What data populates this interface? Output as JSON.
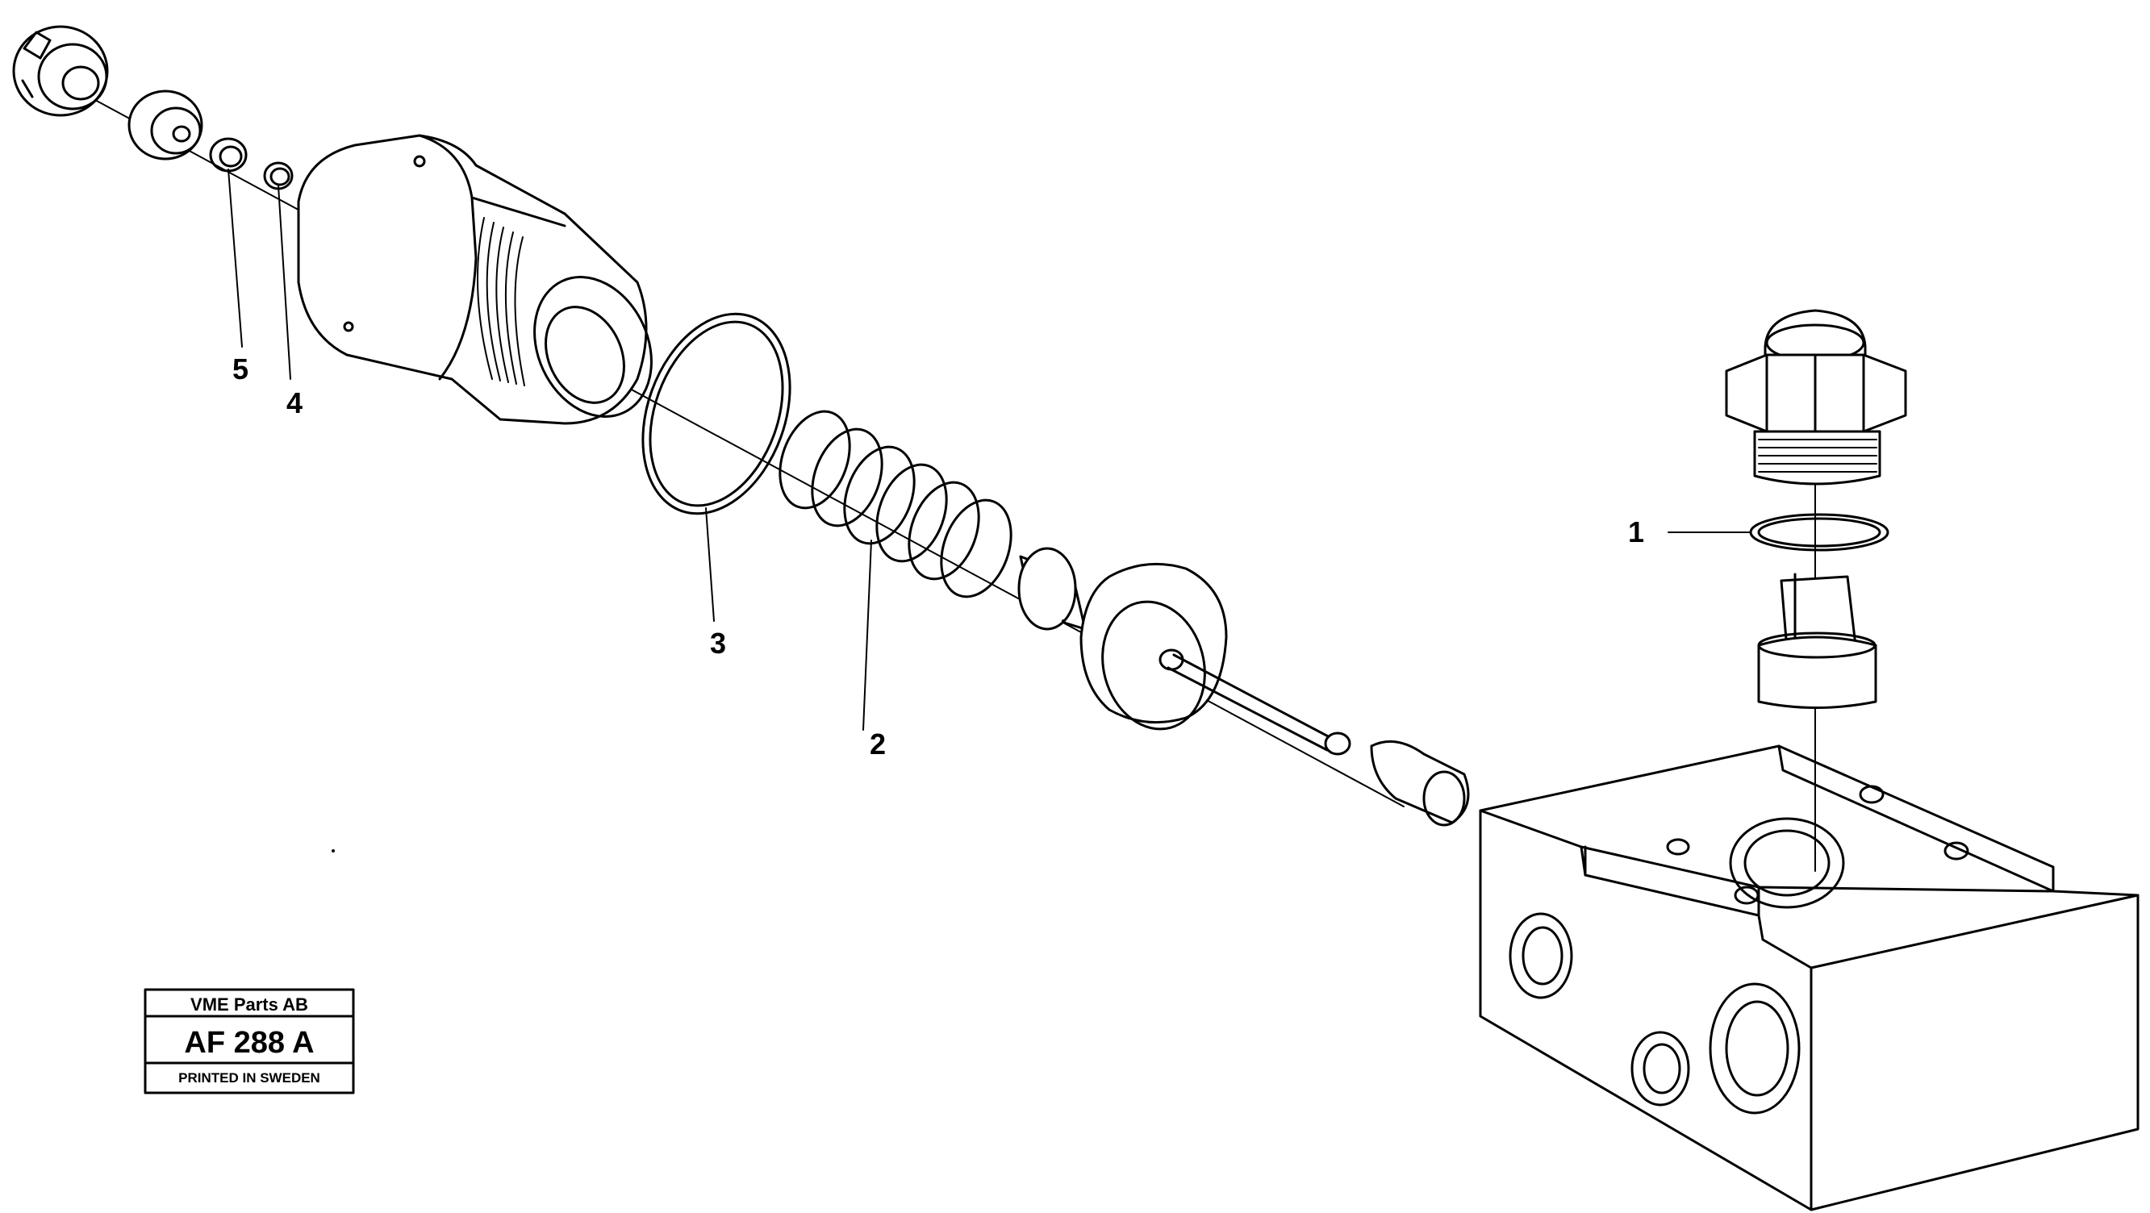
{
  "callouts": [
    {
      "id": "1",
      "label": "1"
    },
    {
      "id": "2",
      "label": "2"
    },
    {
      "id": "3",
      "label": "3"
    },
    {
      "id": "4",
      "label": "4"
    },
    {
      "id": "5",
      "label": "5"
    }
  ],
  "title_block": {
    "company": "VME Parts AB",
    "drawing_number": "AF 288 A",
    "footer": "PRINTED IN SWEDEN"
  }
}
